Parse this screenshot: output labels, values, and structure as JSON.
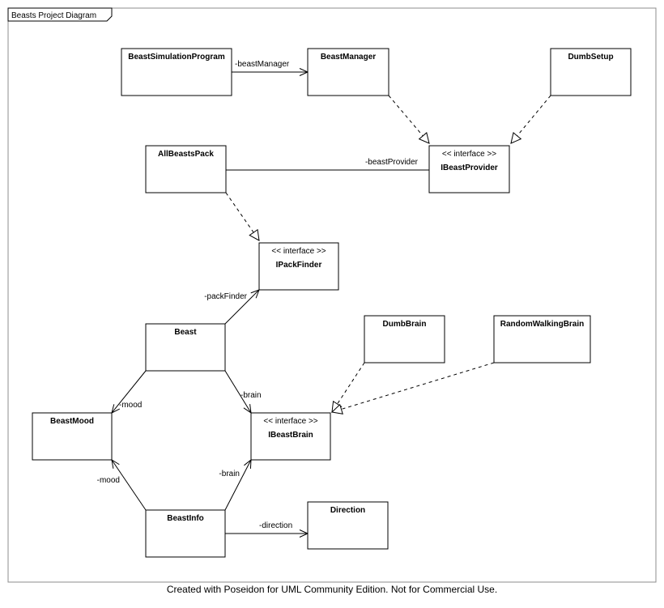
{
  "diagram": {
    "title": "Beasts Project Diagram",
    "footer": "Created with Poseidon for UML Community Edition. Not for Commercial Use.",
    "nodes": [
      {
        "id": "BeastSimulationProgram",
        "name": "BeastSimulationProgram",
        "stereotype": ""
      },
      {
        "id": "BeastManager",
        "name": "BeastManager",
        "stereotype": ""
      },
      {
        "id": "DumbSetup",
        "name": "DumbSetup",
        "stereotype": ""
      },
      {
        "id": "AllBeastsPack",
        "name": "AllBeastsPack",
        "stereotype": ""
      },
      {
        "id": "IBeastProvider",
        "name": "IBeastProvider",
        "stereotype": "<< interface >>"
      },
      {
        "id": "IPackFinder",
        "name": "IPackFinder",
        "stereotype": "<< interface >>"
      },
      {
        "id": "Beast",
        "name": "Beast",
        "stereotype": ""
      },
      {
        "id": "DumbBrain",
        "name": "DumbBrain",
        "stereotype": ""
      },
      {
        "id": "RandomWalkingBrain",
        "name": "RandomWalkingBrain",
        "stereotype": ""
      },
      {
        "id": "BeastMood",
        "name": "BeastMood",
        "stereotype": ""
      },
      {
        "id": "IBeastBrain",
        "name": "IBeastBrain",
        "stereotype": "<< interface >>"
      },
      {
        "id": "BeastInfo",
        "name": "BeastInfo",
        "stereotype": ""
      },
      {
        "id": "Direction",
        "name": "Direction",
        "stereotype": ""
      }
    ],
    "edges": [
      {
        "from": "BeastSimulationProgram",
        "to": "BeastManager",
        "kind": "association",
        "label": "-beastManager"
      },
      {
        "from": "BeastManager",
        "to": "IBeastProvider",
        "kind": "realization",
        "label": ""
      },
      {
        "from": "DumbSetup",
        "to": "IBeastProvider",
        "kind": "realization",
        "label": ""
      },
      {
        "from": "AllBeastsPack",
        "to": "IBeastProvider",
        "kind": "line",
        "label": "-beastProvider"
      },
      {
        "from": "AllBeastsPack",
        "to": "IPackFinder",
        "kind": "realization",
        "label": ""
      },
      {
        "from": "Beast",
        "to": "IPackFinder",
        "kind": "association",
        "label": "-packFinder"
      },
      {
        "from": "Beast",
        "to": "BeastMood",
        "kind": "association",
        "label": "-mood"
      },
      {
        "from": "Beast",
        "to": "IBeastBrain",
        "kind": "association",
        "label": "-brain"
      },
      {
        "from": "DumbBrain",
        "to": "IBeastBrain",
        "kind": "realization",
        "label": ""
      },
      {
        "from": "RandomWalkingBrain",
        "to": "IBeastBrain",
        "kind": "realization",
        "label": ""
      },
      {
        "from": "BeastInfo",
        "to": "BeastMood",
        "kind": "association",
        "label": "-mood"
      },
      {
        "from": "BeastInfo",
        "to": "IBeastBrain",
        "kind": "association",
        "label": "-brain"
      },
      {
        "from": "BeastInfo",
        "to": "Direction",
        "kind": "association",
        "label": "-direction"
      }
    ]
  }
}
